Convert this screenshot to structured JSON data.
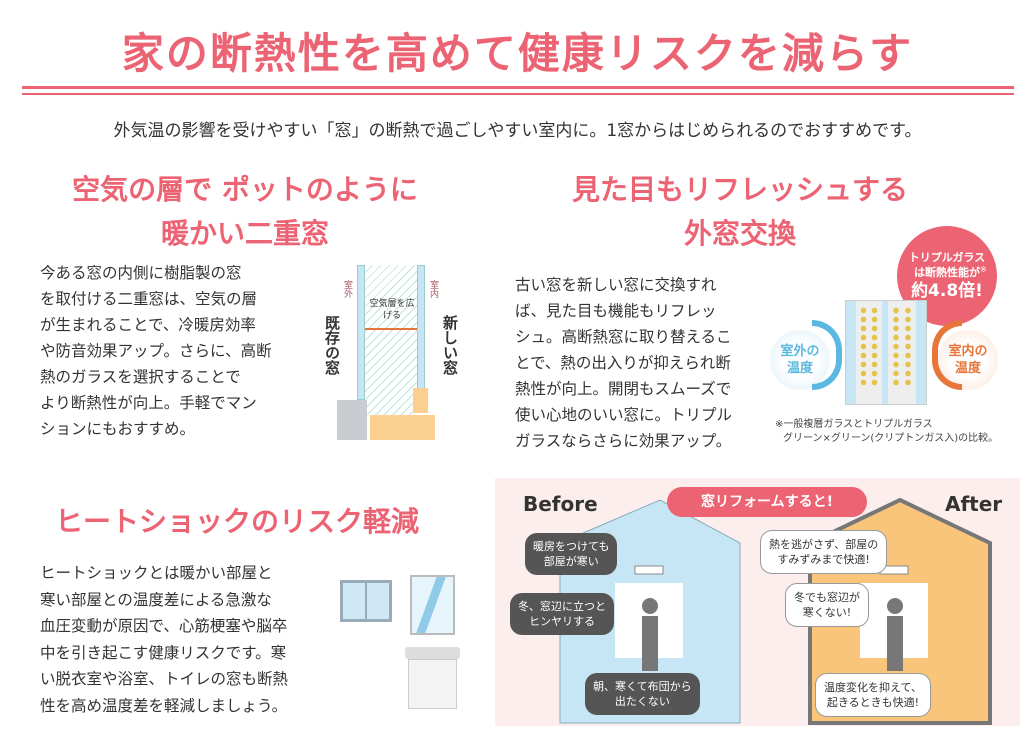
{
  "title": "家の断熱性を高めて健康リスクを減らす",
  "subtitle": "外気温の影響を受けやすい「窓」の断熱で過ごしやすい室内に。1窓からはじめられるのでおすすめです。",
  "section1": {
    "heading": [
      "空気の層で ポットのように",
      "暖かい二重窓"
    ],
    "body": [
      "今ある窓の内側に樹脂製の窓",
      "を取付ける二重窓は、空気の層",
      "が生まれることで、冷暖房効率",
      "や防音効果アップ。さらに、高断",
      "熱のガラスを選択することで",
      "より断熱性が向上。手軽でマン",
      "ションにもおすすめ。"
    ],
    "diagram": {
      "outside": "室外",
      "inside": "室内",
      "air_layer": "空気層を広げる",
      "existing": "既存の窓",
      "new": "新しい窓"
    }
  },
  "section2": {
    "heading": [
      "見た目もリフレッシュする",
      "外窓交換"
    ],
    "body": [
      "古い窓を新しい窓に交換すれ",
      "ば、見た目も機能もリフレッ",
      "シュ。高断熱窓に取り替えるこ",
      "とで、熱の出入りが抑えられ断",
      "熱性が向上。開閉もスムーズで",
      "使い心地のいい窓に。トリプル",
      "ガラスならさらに効果アップ。"
    ],
    "badge": [
      "トリプルガラス",
      "は断熱性能が",
      "約4.8倍!",
      "※"
    ],
    "outside_temp": "室外の温度",
    "inside_temp": "室内の温度",
    "footnote": [
      "※一般複層ガラスとトリプルガラス",
      "グリーン×グリーン(クリプトンガス入)の比較。"
    ]
  },
  "section3": {
    "heading": "ヒートショックのリスク軽減",
    "body": [
      "ヒートショックとは暖かい部屋と",
      "寒い部屋との温度差による急激な",
      "血圧変動が原因で、心筋梗塞や脳卒",
      "中を引き起こす健康リスクです。寒",
      "い脱衣室や浴室、トイレの窓も断熱",
      "性を高め温度差を軽減しましょう。"
    ]
  },
  "comparison": {
    "before": "Before",
    "after": "After",
    "banner": "窓リフォームすると!",
    "before_bubbles": [
      "暖房をつけても\n部屋が寒い",
      "冬、窓辺に立つと\nヒンヤリする",
      "朝、寒くて布団から\n出たくない"
    ],
    "after_bubbles": [
      "熱を逃がさず、部屋の\nすみずみまで快適!",
      "冬でも窓辺が\n寒くない!",
      "温度変化を抑えて、\n起きるときも快適!"
    ]
  },
  "colors": {
    "accent": "#ec6474",
    "blue": "#5bb8e0",
    "orange": "#e8763a",
    "warm": "#f9c57a",
    "cool": "#c7e6f5"
  }
}
